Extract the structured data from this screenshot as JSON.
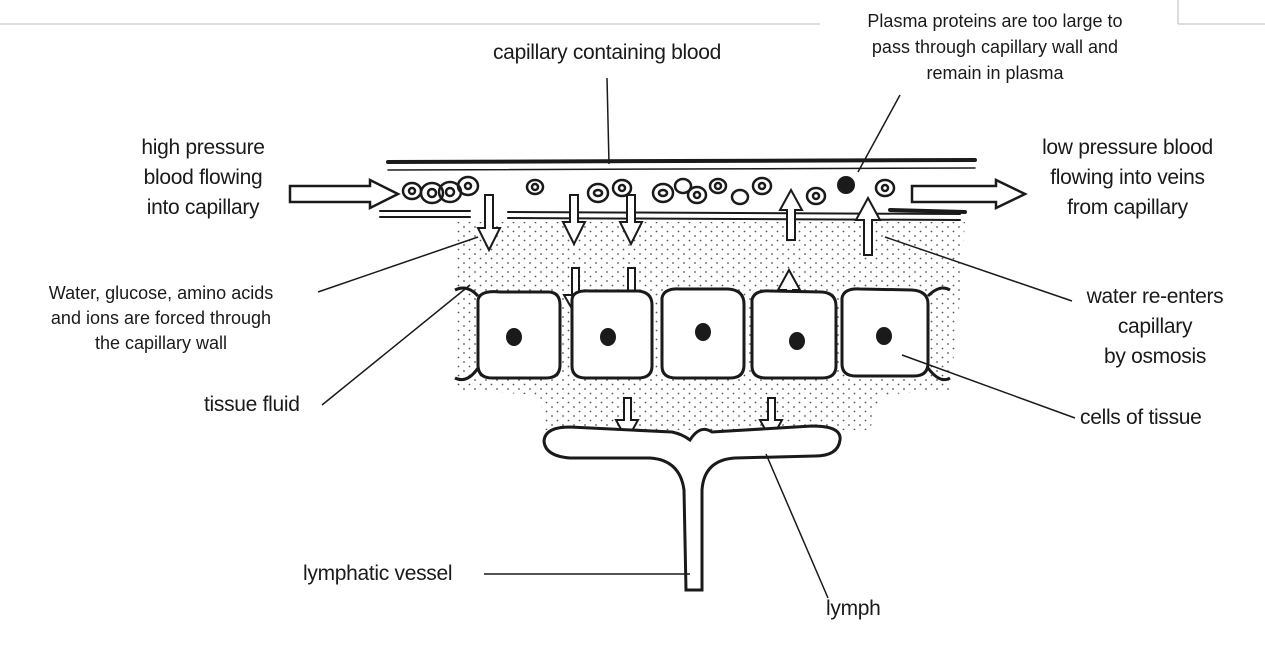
{
  "labels": {
    "capillary": "capillary containing blood",
    "plasma_proteins": "Plasma proteins are too large to\npass through capillary wall and\nremain in plasma",
    "high_pressure": "high pressure\nblood flowing\ninto capillary",
    "low_pressure": "low pressure blood\nflowing into veins\nfrom capillary",
    "water_glucose": "Water, glucose, amino acids\nand ions are forced through\nthe capillary wall",
    "water_reenters": "water re-enters\ncapillary\nby osmosis",
    "tissue_fluid": "tissue fluid",
    "cells_of_tissue": "cells of tissue",
    "lymphatic_vessel": "lymphatic vessel",
    "lymph": "lymph"
  },
  "colors": {
    "ink": "#1a1a1a",
    "background": "#ffffff",
    "stipple": "#555555"
  }
}
